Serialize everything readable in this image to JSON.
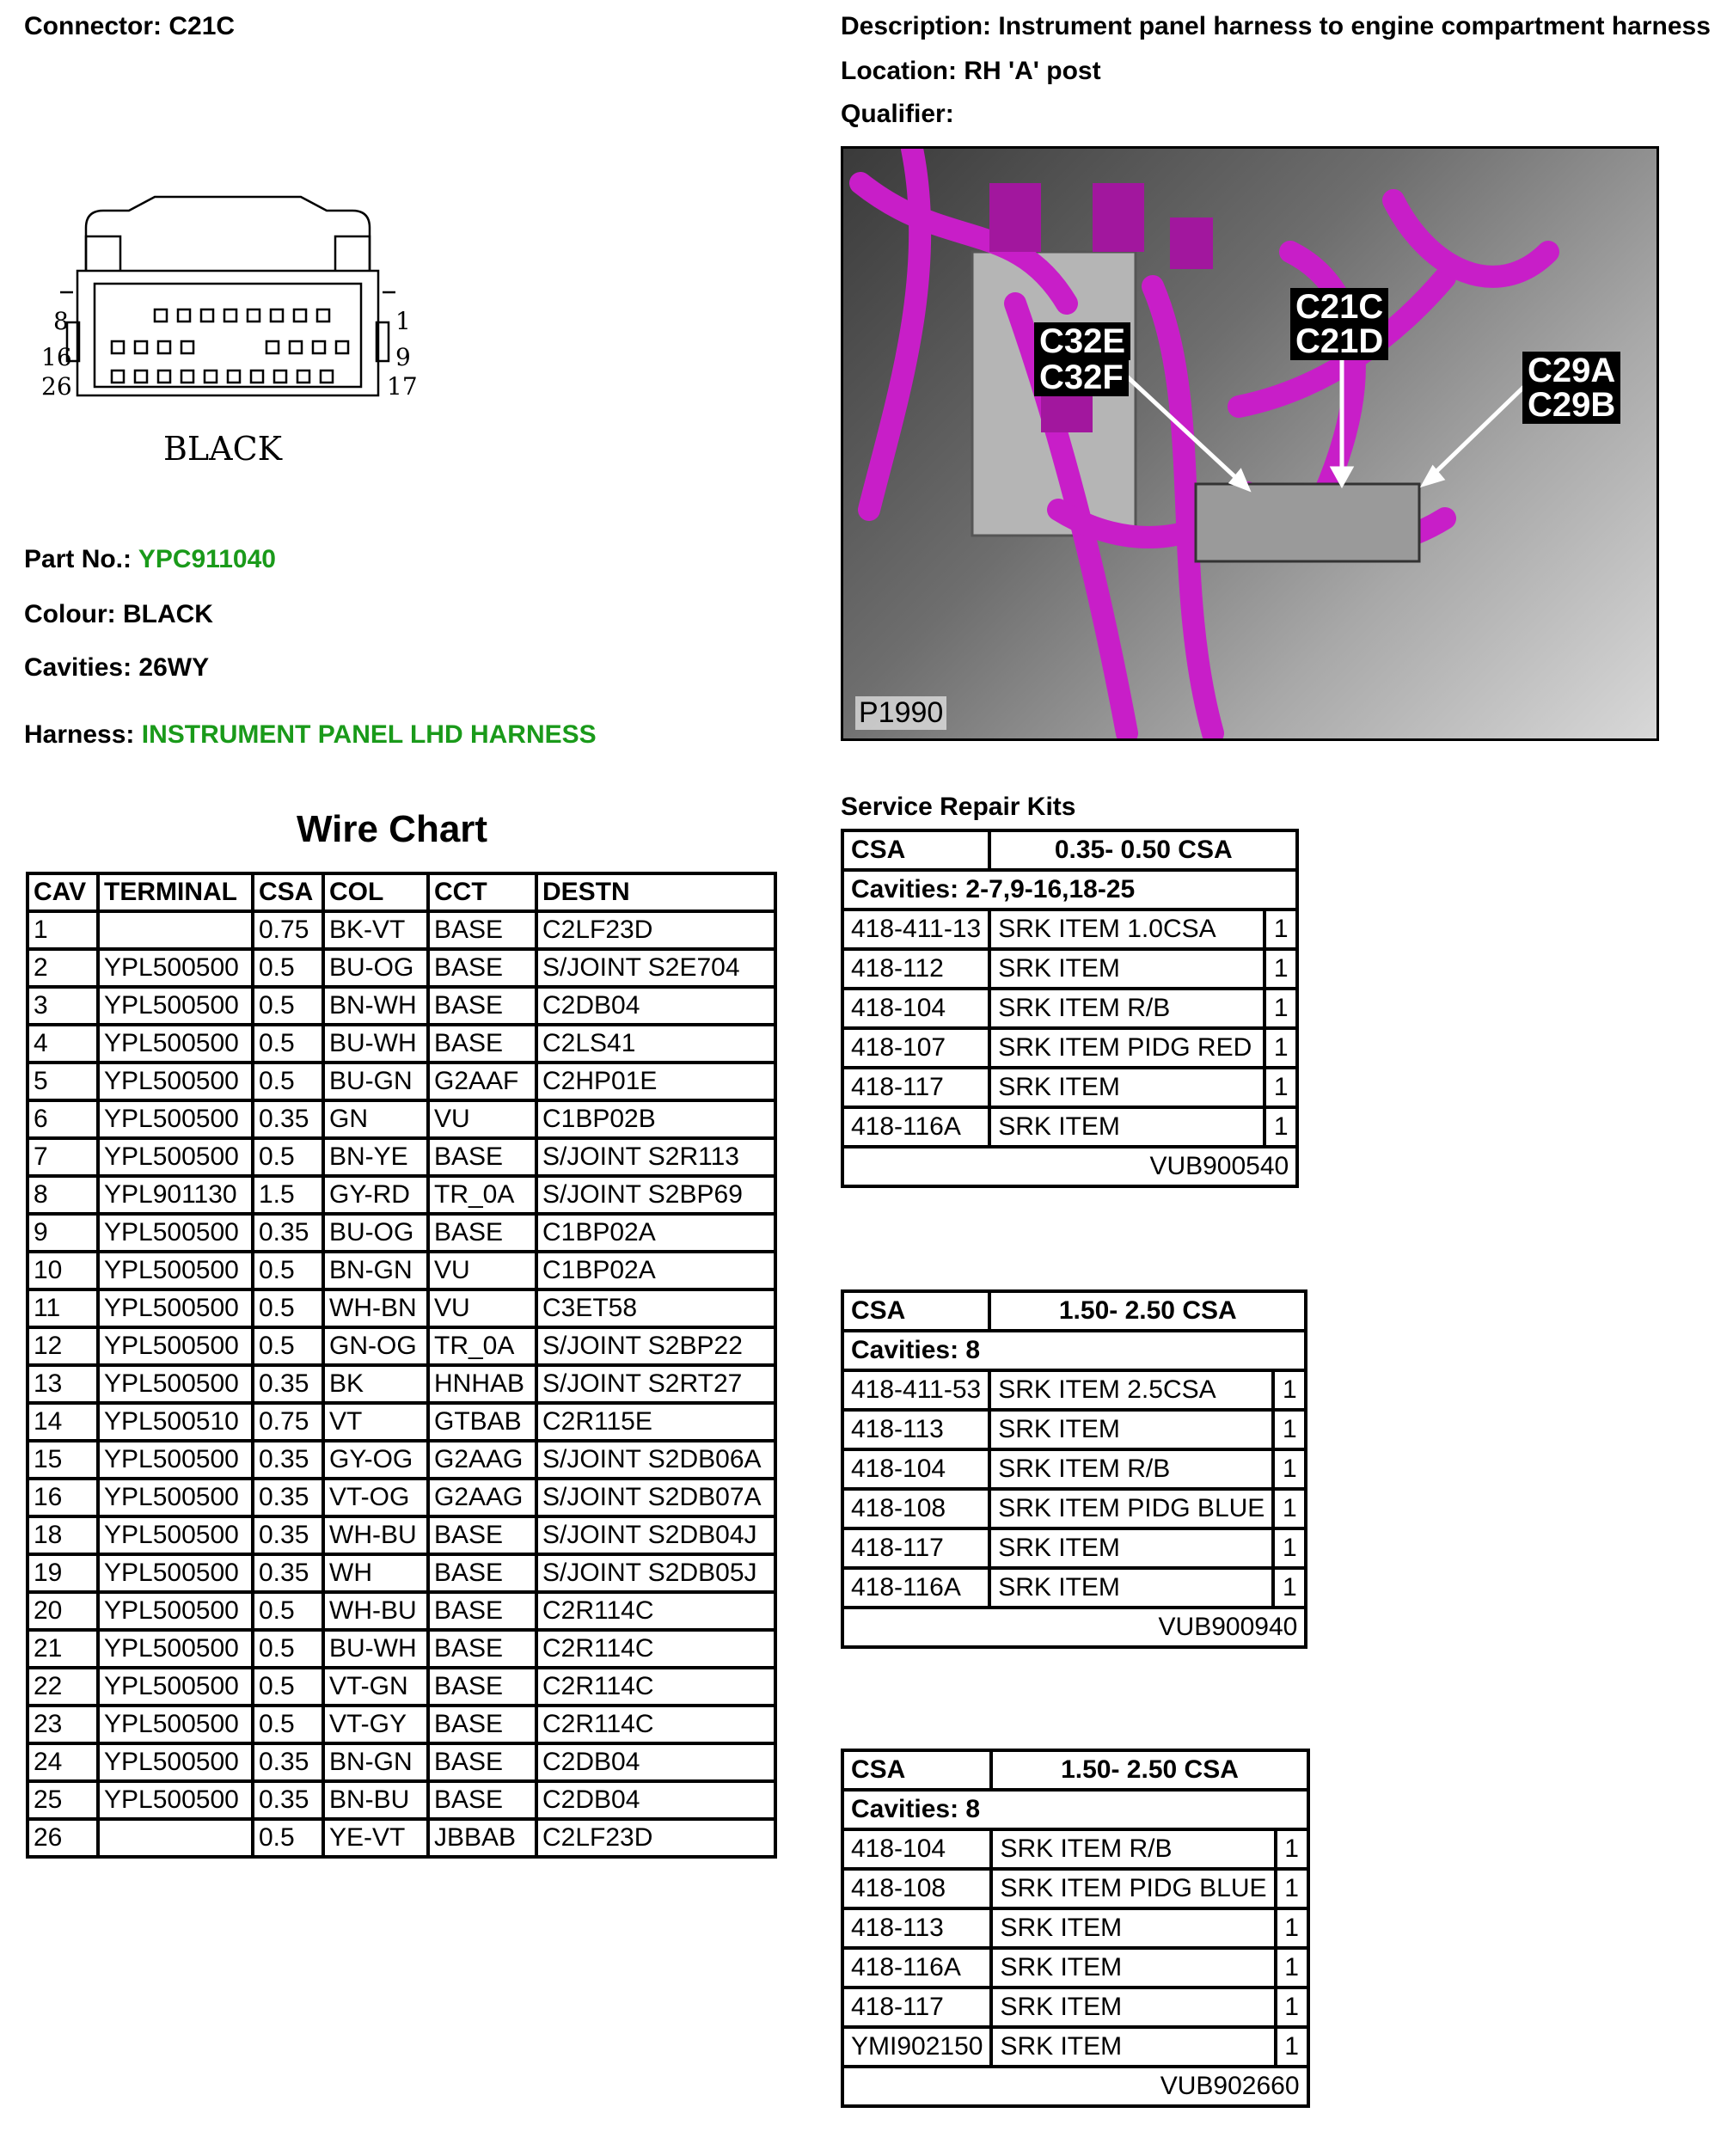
{
  "connector": {
    "label": "Connector:",
    "value": "C21C"
  },
  "description": {
    "label": "Description:",
    "value": "Instrument panel harness to engine compartment harness"
  },
  "location": {
    "label": "Location:",
    "value": "RH 'A' post"
  },
  "qualifier": {
    "label": "Qualifier:",
    "value": ""
  },
  "diagram": {
    "pins_left": [
      "8",
      "16",
      "26"
    ],
    "pins_right": [
      "1",
      "9",
      "17"
    ],
    "colour_label": "BLACK"
  },
  "part_no": {
    "label": "Part No.:",
    "value": "YPC911040"
  },
  "colour": {
    "label": "Colour:",
    "value": "BLACK"
  },
  "cavities": {
    "label": "Cavities:",
    "value": "26WY"
  },
  "harness": {
    "label": "Harness:",
    "value": "INSTRUMENT PANEL LHD HARNESS"
  },
  "photo": {
    "labels": [
      "C32E",
      "C32F",
      "C21C",
      "C21D",
      "C29A",
      "C29B"
    ],
    "code": "P1990"
  },
  "wire_chart": {
    "title": "Wire Chart",
    "headers": [
      "CAV",
      "TERMINAL",
      "CSA",
      "COL",
      "CCT",
      "DESTN"
    ],
    "rows": [
      [
        "1",
        "",
        "0.75",
        "BK-VT",
        "BASE",
        "C2LF23D"
      ],
      [
        "2",
        "YPL500500",
        "0.5",
        "BU-OG",
        "BASE",
        "S/JOINT S2E704"
      ],
      [
        "3",
        "YPL500500",
        "0.5",
        "BN-WH",
        "BASE",
        "C2DB04"
      ],
      [
        "4",
        "YPL500500",
        "0.5",
        "BU-WH",
        "BASE",
        "C2LS41"
      ],
      [
        "5",
        "YPL500500",
        "0.5",
        "BU-GN",
        "G2AAF",
        "C2HP01E"
      ],
      [
        "6",
        "YPL500500",
        "0.35",
        "GN",
        "VU",
        "C1BP02B"
      ],
      [
        "7",
        "YPL500500",
        "0.5",
        "BN-YE",
        "BASE",
        "S/JOINT S2R113"
      ],
      [
        "8",
        "YPL901130",
        "1.5",
        "GY-RD",
        "TR_0A",
        "S/JOINT S2BP69"
      ],
      [
        "9",
        "YPL500500",
        "0.35",
        "BU-OG",
        "BASE",
        "C1BP02A"
      ],
      [
        "10",
        "YPL500500",
        "0.5",
        "BN-GN",
        "VU",
        "C1BP02A"
      ],
      [
        "11",
        "YPL500500",
        "0.5",
        "WH-BN",
        "VU",
        "C3ET58"
      ],
      [
        "12",
        "YPL500500",
        "0.5",
        "GN-OG",
        "TR_0A",
        "S/JOINT S2BP22"
      ],
      [
        "13",
        "YPL500500",
        "0.35",
        "BK",
        "HNHAB",
        "S/JOINT S2RT27"
      ],
      [
        "14",
        "YPL500510",
        "0.75",
        "VT",
        "GTBAB",
        "C2R115E"
      ],
      [
        "15",
        "YPL500500",
        "0.35",
        "GY-OG",
        "G2AAG",
        "S/JOINT S2DB06A"
      ],
      [
        "16",
        "YPL500500",
        "0.35",
        "VT-OG",
        "G2AAG",
        "S/JOINT S2DB07A"
      ],
      [
        "18",
        "YPL500500",
        "0.35",
        "WH-BU",
        "BASE",
        "S/JOINT S2DB04J"
      ],
      [
        "19",
        "YPL500500",
        "0.35",
        "WH",
        "BASE",
        "S/JOINT S2DB05J"
      ],
      [
        "20",
        "YPL500500",
        "0.5",
        "WH-BU",
        "BASE",
        "C2R114C"
      ],
      [
        "21",
        "YPL500500",
        "0.5",
        "BU-WH",
        "BASE",
        "C2R114C"
      ],
      [
        "22",
        "YPL500500",
        "0.5",
        "VT-GN",
        "BASE",
        "C2R114C"
      ],
      [
        "23",
        "YPL500500",
        "0.5",
        "VT-GY",
        "BASE",
        "C2R114C"
      ],
      [
        "24",
        "YPL500500",
        "0.35",
        "BN-GN",
        "BASE",
        "C2DB04"
      ],
      [
        "25",
        "YPL500500",
        "0.35",
        "BN-BU",
        "BASE",
        "C2DB04"
      ],
      [
        "26",
        "",
        "0.5",
        "YE-VT",
        "JBBAB",
        "C2LF23D"
      ]
    ]
  },
  "service_repair_kits": {
    "title": "Service Repair Kits",
    "kits": [
      {
        "csa_label": "CSA",
        "csa_range": "0.35- 0.50 CSA",
        "cavities": "Cavities: 2-7,9-16,18-25",
        "items": [
          [
            "418-411-13",
            "SRK ITEM 1.0CSA",
            "1"
          ],
          [
            "418-112",
            "SRK ITEM",
            "1"
          ],
          [
            "418-104",
            "SRK ITEM R/B",
            "1"
          ],
          [
            "418-107",
            "SRK ITEM PIDG RED",
            "1"
          ],
          [
            "418-117",
            "SRK ITEM",
            "1"
          ],
          [
            "418-116A",
            "SRK ITEM",
            "1"
          ]
        ],
        "kit_no": "VUB900540"
      },
      {
        "csa_label": "CSA",
        "csa_range": "1.50- 2.50 CSA",
        "cavities": "Cavities: 8",
        "items": [
          [
            "418-411-53",
            "SRK ITEM 2.5CSA",
            "1"
          ],
          [
            "418-113",
            "SRK ITEM",
            "1"
          ],
          [
            "418-104",
            "SRK ITEM R/B",
            "1"
          ],
          [
            "418-108",
            "SRK ITEM PIDG BLUE",
            "1"
          ],
          [
            "418-117",
            "SRK ITEM",
            "1"
          ],
          [
            "418-116A",
            "SRK ITEM",
            "1"
          ]
        ],
        "kit_no": "VUB900940"
      },
      {
        "csa_label": "CSA",
        "csa_range": "1.50- 2.50 CSA",
        "cavities": "Cavities: 8",
        "items": [
          [
            "418-104",
            "SRK ITEM R/B",
            "1"
          ],
          [
            "418-108",
            "SRK ITEM PIDG BLUE",
            "1"
          ],
          [
            "418-113",
            "SRK ITEM",
            "1"
          ],
          [
            "418-116A",
            "SRK ITEM",
            "1"
          ],
          [
            "418-117",
            "SRK ITEM",
            "1"
          ],
          [
            "YMI902150",
            "SRK ITEM",
            "1"
          ]
        ],
        "kit_no": "VUB902660"
      }
    ]
  },
  "colors": {
    "link_green": "#1a9a1a",
    "harness_magenta": "#c81ec8"
  }
}
